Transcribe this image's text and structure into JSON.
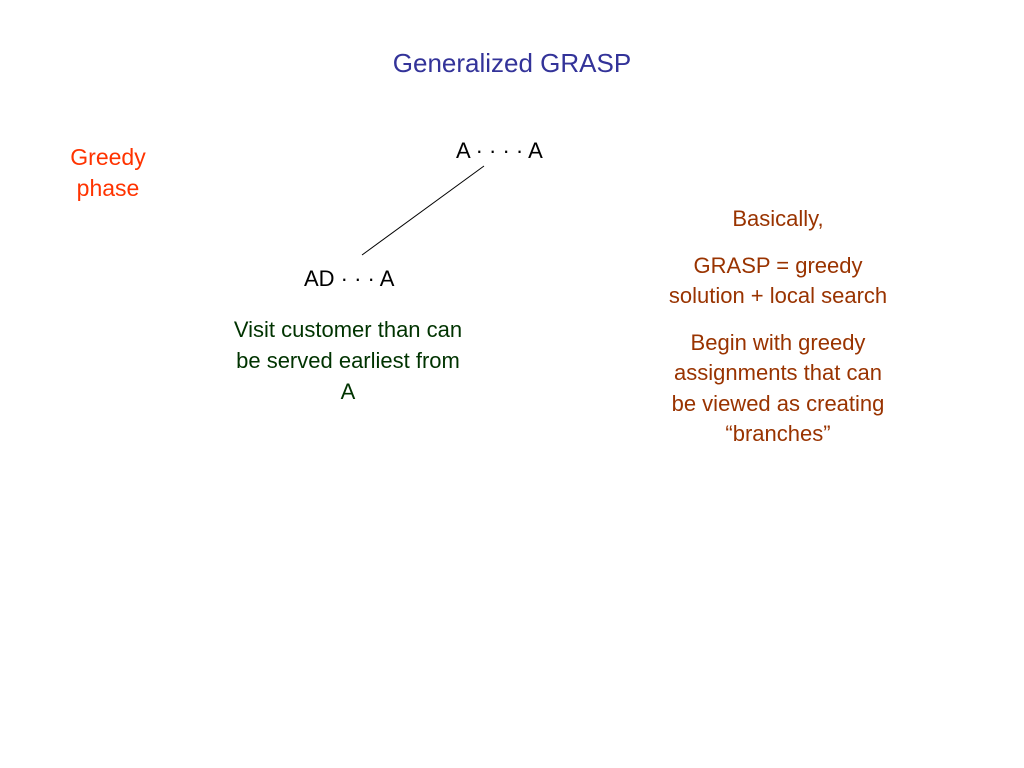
{
  "slide": {
    "title": "Generalized GRASP",
    "phase_label": "Greedy\nphase"
  },
  "tree": {
    "root": {
      "label": "A · · · · A"
    },
    "child": {
      "label": "AD · · · A",
      "caption": "Visit customer than can be served earliest from A"
    }
  },
  "notes": {
    "heading": "Basically,",
    "definition": "GRASP = greedy solution + local search",
    "explanation": "Begin with greedy assignments that can be viewed as creating “branches”"
  },
  "colors": {
    "title": "#333399",
    "phase_label": "#ff3300",
    "caption": "#003300",
    "notes": "#993300",
    "nodes": "#000000"
  }
}
